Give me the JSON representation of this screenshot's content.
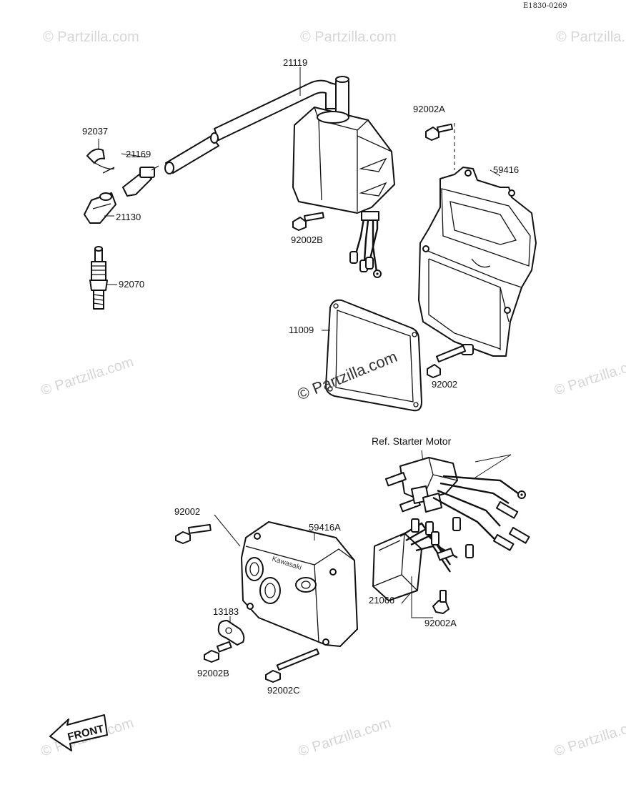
{
  "diagram_code": "E1830-0269",
  "watermark_text": "© Partzilla.com",
  "center_watermark_text": "© Partzilla.com",
  "reference_note": "Ref. Starter Motor",
  "front_label": "FRONT",
  "cover_emboss": "Kawasaki",
  "part_labels": {
    "coil_21119": "21119",
    "screw_92002A_top": "92002A",
    "box_59416": "59416",
    "clip_92037": "92037",
    "connector_21169": "21169",
    "cap_21130": "21130",
    "plug_92070": "92070",
    "bolt_92002B_top": "92002B",
    "gasket_11009": "11009",
    "bolt_92002_mid": "92002",
    "bolt_92002_lower": "92002",
    "cover_59416A": "59416A",
    "bracket_13183": "13183",
    "bolt_92002B_lower": "92002B",
    "bolt_92002C": "92002C",
    "regulator_21066": "21066",
    "screw_92002A_lower": "92002A"
  },
  "colors": {
    "line": "#111111",
    "watermark": "#d6d6d6",
    "background": "#ffffff"
  }
}
